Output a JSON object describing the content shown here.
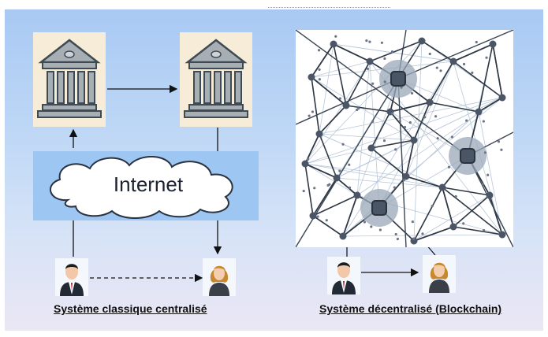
{
  "left_system": {
    "cloud_label": "Internet",
    "caption": "Système classique centralisé"
  },
  "right_system": {
    "caption": "Système décentralisé (Blockchain)"
  },
  "colors": {
    "sky_gradient_top": "#a9c9f3",
    "bank_card_bg": "#f6ecd7",
    "bank_fill": "#a7aeb4",
    "cloud_panel_bg": "#9ec6f3",
    "network_node": "#4a5565",
    "network_hub_glow": "#9aa8b8"
  },
  "icons": {
    "bank": "bank-building-icon",
    "cloud": "cloud-icon",
    "businessman": "businessman-icon",
    "businesswoman": "businesswoman-icon"
  }
}
